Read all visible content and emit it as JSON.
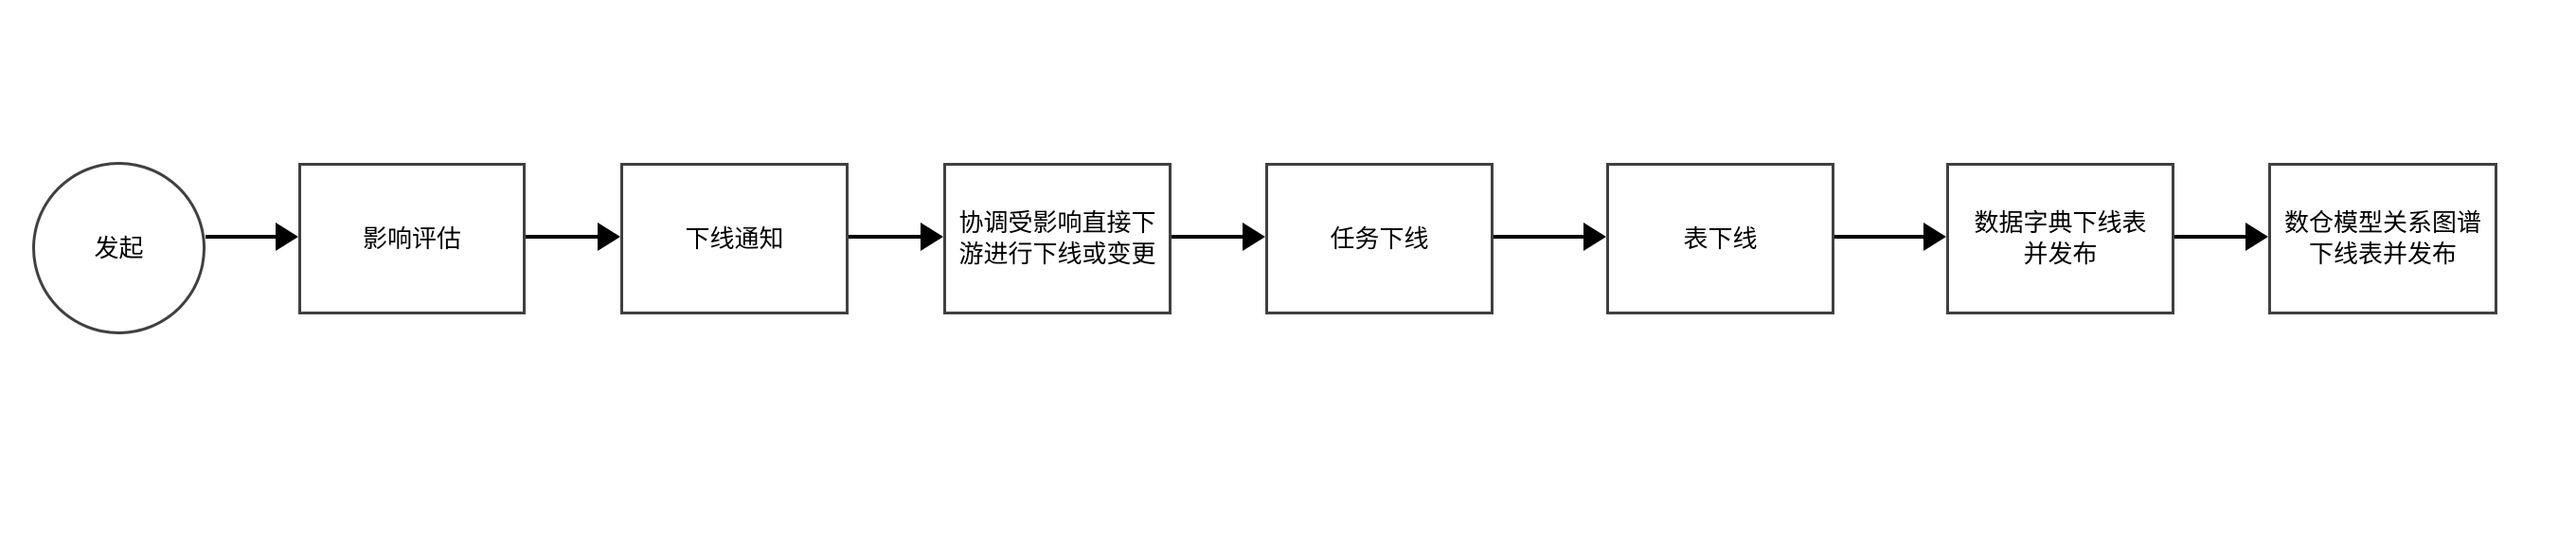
{
  "diagram": {
    "type": "flowchart",
    "direction": "left-to-right",
    "colors": {
      "background": "#ffffff",
      "node_border": "#404040",
      "node_fill": "#ffffff",
      "arrow": "#000000",
      "text": "#000000"
    },
    "nodes": [
      {
        "id": "start",
        "shape": "circle",
        "label": "发起"
      },
      {
        "id": "step-1",
        "shape": "rect",
        "label": "影响评估"
      },
      {
        "id": "step-2",
        "shape": "rect",
        "label": "下线通知"
      },
      {
        "id": "step-3",
        "shape": "rect",
        "label": "协调受影响直接下\n游进行下线或变更"
      },
      {
        "id": "step-4",
        "shape": "rect",
        "label": "任务下线"
      },
      {
        "id": "step-5",
        "shape": "rect",
        "label": "表下线"
      },
      {
        "id": "step-6",
        "shape": "rect",
        "label": "数据字典下线表\n并发布"
      },
      {
        "id": "step-7",
        "shape": "rect",
        "label": "数仓模型关系图谱\n下线表并发布"
      }
    ],
    "connections": [
      {
        "from": "start",
        "to": "step-1"
      },
      {
        "from": "step-1",
        "to": "step-2"
      },
      {
        "from": "step-2",
        "to": "step-3"
      },
      {
        "from": "step-3",
        "to": "step-4"
      },
      {
        "from": "step-4",
        "to": "step-5"
      },
      {
        "from": "step-5",
        "to": "step-6"
      },
      {
        "from": "step-6",
        "to": "step-7"
      }
    ]
  }
}
